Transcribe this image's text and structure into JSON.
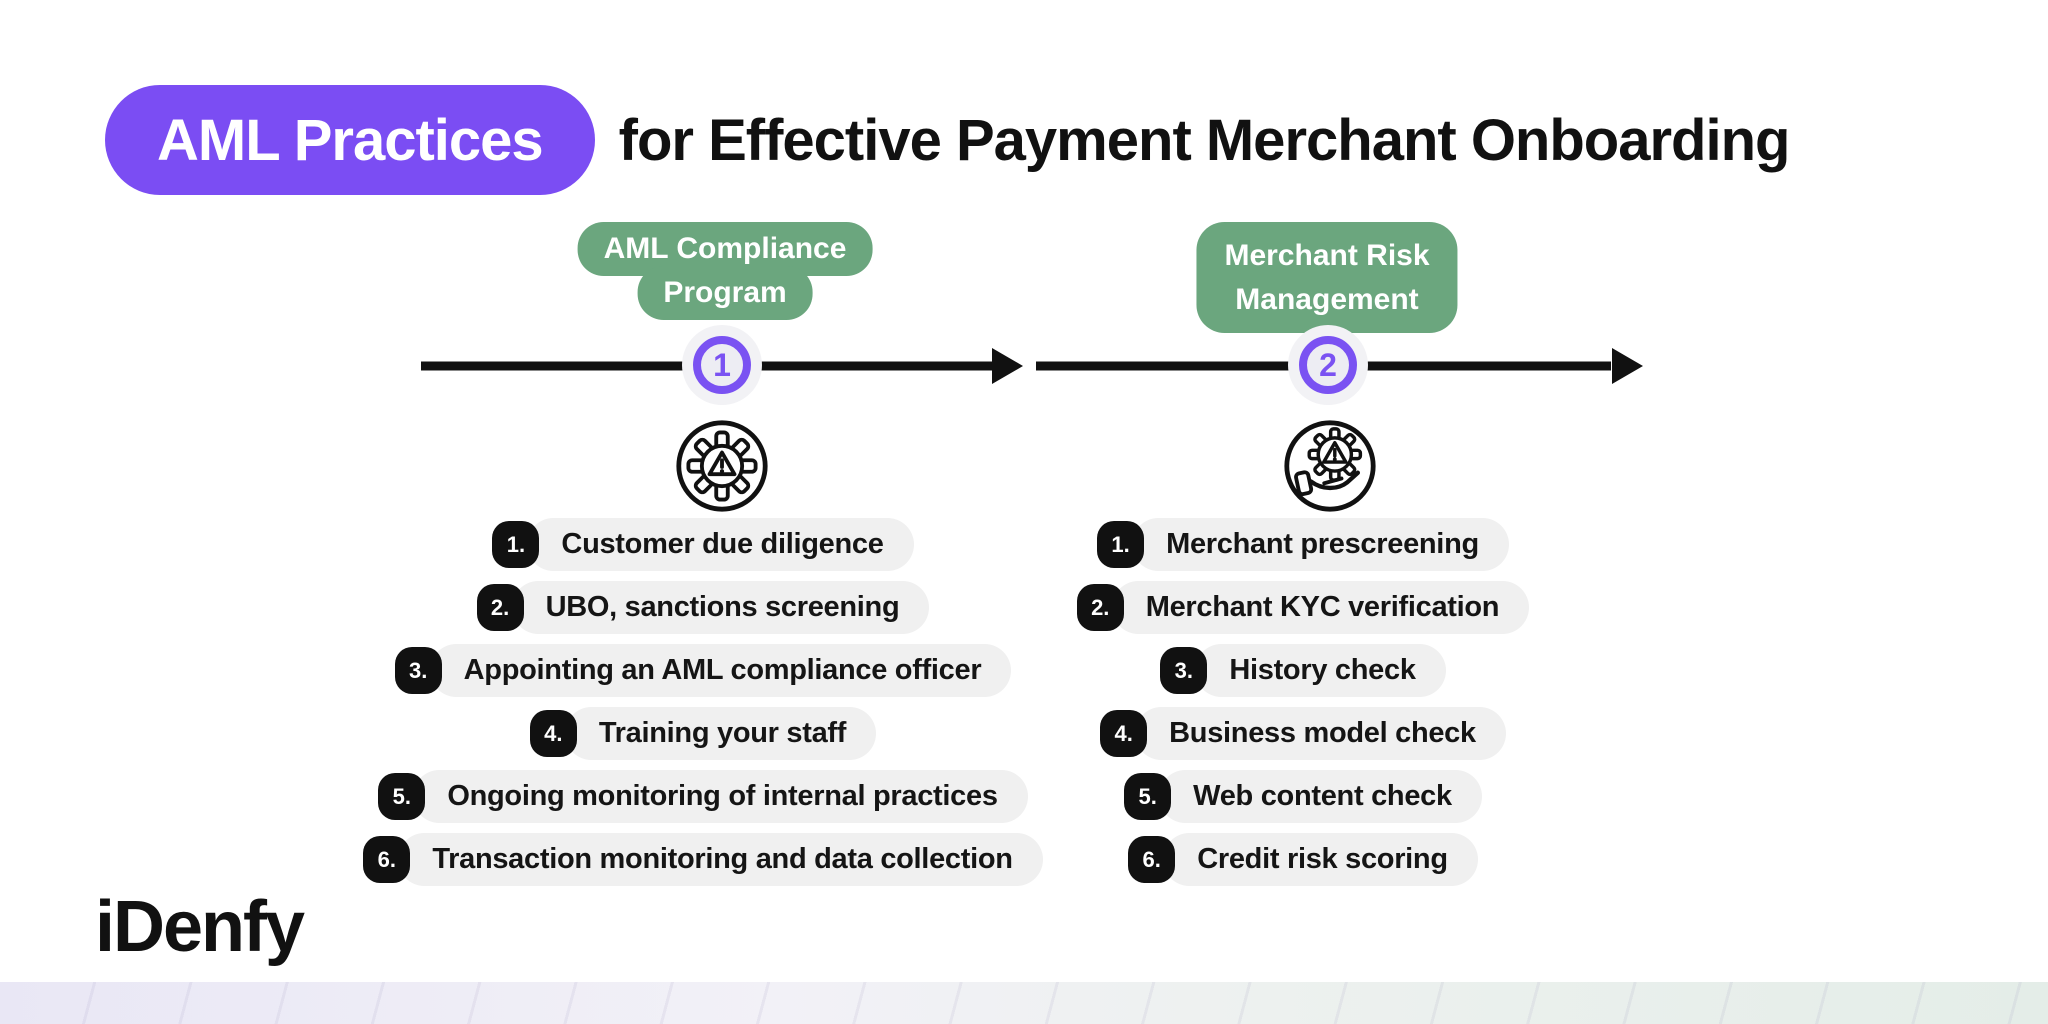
{
  "title": {
    "highlight": "AML Practices",
    "rest": "for Effective Payment Merchant Onboarding"
  },
  "columns": [
    {
      "label_lines": [
        "AML Compliance",
        "Program"
      ],
      "step_number": "1",
      "icon": "gear-warning-icon",
      "items": [
        {
          "num": "1.",
          "text": "Customer due diligence"
        },
        {
          "num": "2.",
          "text": "UBO, sanctions screening"
        },
        {
          "num": "3.",
          "text": "Appointing an AML compliance officer"
        },
        {
          "num": "4.",
          "text": "Training your staff"
        },
        {
          "num": "5.",
          "text": "Ongoing monitoring of internal practices"
        },
        {
          "num": "6.",
          "text": "Transaction monitoring and data collection"
        }
      ]
    },
    {
      "label_lines": [
        "Merchant Risk",
        "Management"
      ],
      "step_number": "2",
      "icon": "hand-gear-warning-icon",
      "items": [
        {
          "num": "1.",
          "text": "Merchant prescreening"
        },
        {
          "num": "2.",
          "text": "Merchant KYC verification"
        },
        {
          "num": "3.",
          "text": "History check"
        },
        {
          "num": "4.",
          "text": "Business model check"
        },
        {
          "num": "5.",
          "text": "Web content check"
        },
        {
          "num": "6.",
          "text": "Credit risk scoring"
        }
      ]
    }
  ],
  "logo": "iDenfy",
  "colors": {
    "accent_purple": "#7B4DF3",
    "ring_purple": "#7A52F2",
    "step_fill": "#EDEDF3",
    "halo": "#F2F2F5",
    "green": "#6BA67E",
    "item_pill": "#F0F0F0",
    "ink": "#111111",
    "band_left": "#E9E7F5",
    "band_right": "#E4EDE8"
  }
}
